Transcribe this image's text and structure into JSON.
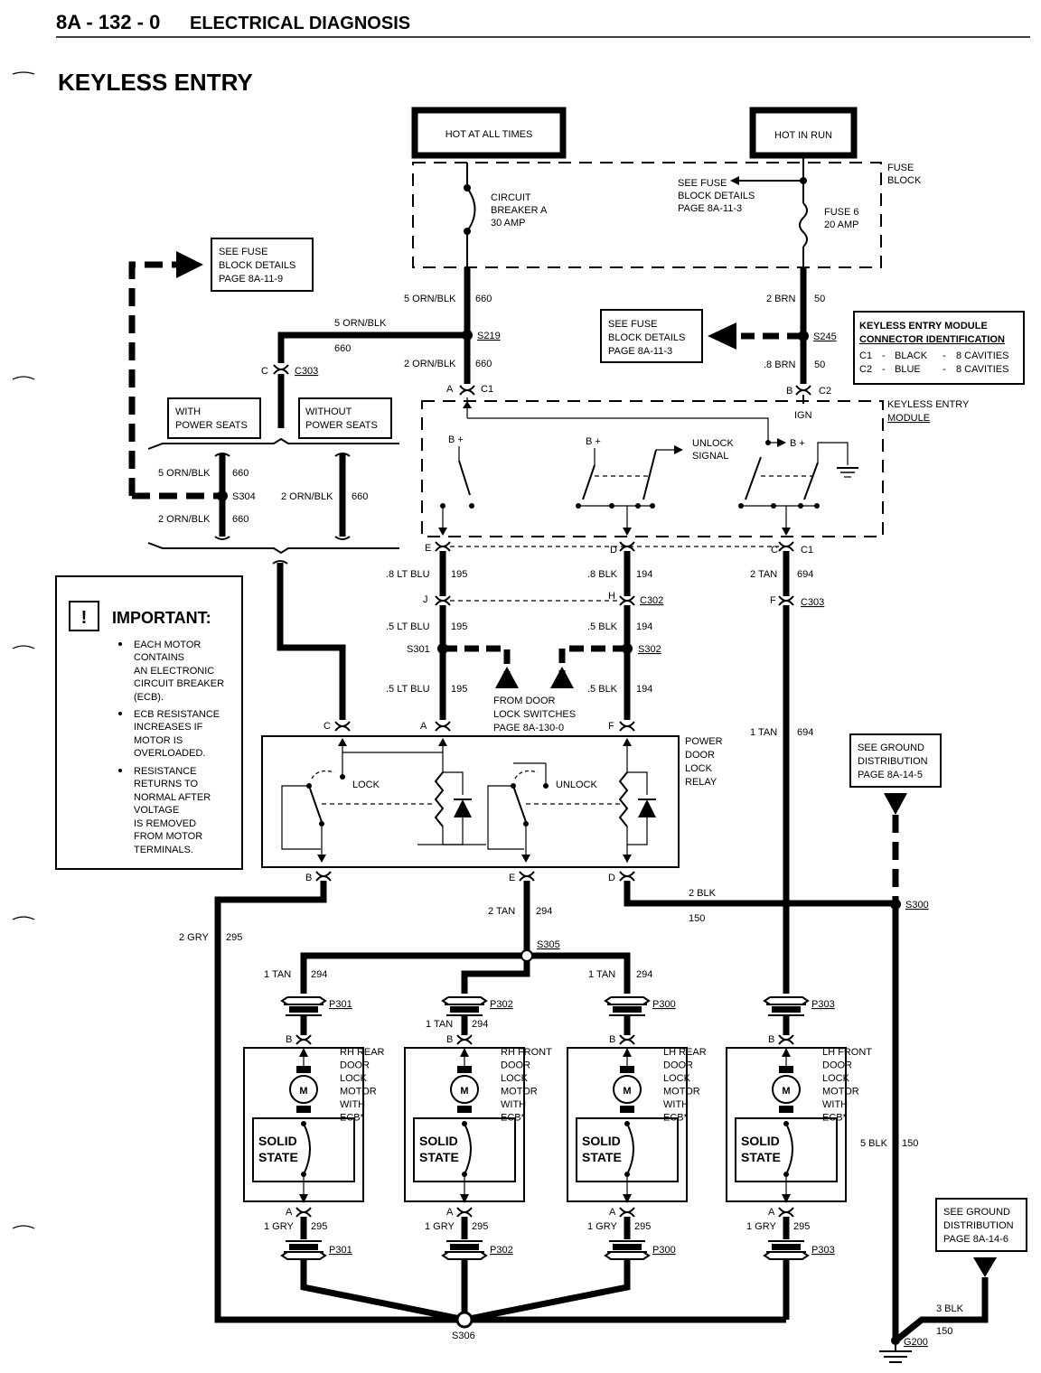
{
  "header": {
    "page_code": "8A - 132 - 0",
    "section": "ELECTRICAL DIAGNOSIS",
    "title": "KEYLESS ENTRY"
  },
  "power": {
    "hot_at_all_times": "HOT AT ALL TIMES",
    "hot_in_run": "HOT IN RUN",
    "fuse_block": [
      "FUSE",
      "BLOCK"
    ],
    "circuit_breaker": [
      "CIRCUIT",
      "BREAKER A",
      "30 AMP"
    ],
    "fuse6": [
      "FUSE 6",
      "20 AMP"
    ],
    "see_fuse_top": [
      "SEE FUSE",
      "BLOCK DETAILS",
      "PAGE 8A-11-3"
    ]
  },
  "refs": {
    "fuse_left": [
      "SEE FUSE",
      "BLOCK DETAILS",
      "PAGE 8A-11-9"
    ],
    "fuse_mid": [
      "SEE FUSE",
      "BLOCK DETAILS",
      "PAGE 8A-11-3"
    ],
    "ground_top": [
      "SEE GROUND",
      "DISTRIBUTION",
      "PAGE 8A-14-5"
    ],
    "ground_bottom": [
      "SEE GROUND",
      "DISTRIBUTION",
      "PAGE 8A-14-6"
    ],
    "from_door": [
      "FROM DOOR",
      "LOCK SWITCHES",
      "PAGE 8A-130-0"
    ]
  },
  "connector_id": {
    "title": [
      "KEYLESS ENTRY MODULE",
      "CONNECTOR IDENTIFICATION"
    ],
    "rows": [
      {
        "c": "C1",
        "dash": "-",
        "color": "BLACK",
        "dash2": "-",
        "cav": "8 CAVITIES"
      },
      {
        "c": "C2",
        "dash": "-",
        "color": "BLUE",
        "dash2": "-",
        "cav": "8 CAVITIES"
      }
    ]
  },
  "seats": {
    "with": [
      "WITH",
      "POWER SEATS"
    ],
    "without": [
      "WITHOUT",
      "POWER SEATS"
    ]
  },
  "module": {
    "name": [
      "KEYLESS ENTRY",
      "MODULE"
    ],
    "ign": "IGN",
    "bplus": "B +",
    "unlock_signal": [
      "UNLOCK",
      "SIGNAL"
    ]
  },
  "relay": {
    "name": [
      "POWER",
      "DOOR",
      "LOCK",
      "RELAY"
    ],
    "lock": "LOCK",
    "unlock": "UNLOCK"
  },
  "important": {
    "title": "IMPORTANT:",
    "bullets": [
      [
        "EACH MOTOR",
        "CONTAINS",
        "AN ELECTRONIC",
        "CIRCUIT BREAKER",
        "(ECB)."
      ],
      [
        "ECB RESISTANCE",
        "INCREASES IF",
        "MOTOR IS",
        "OVERLOADED."
      ],
      [
        "RESISTANCE",
        "RETURNS TO",
        "NORMAL AFTER",
        "VOLTAGE",
        "IS REMOVED",
        "FROM MOTOR",
        "TERMINALS."
      ]
    ]
  },
  "splices": {
    "s219": "S219",
    "s245": "S245",
    "s304": "S304",
    "s301": "S301",
    "s302": "S302",
    "s305": "S305",
    "s300": "S300",
    "s306": "S306",
    "g200": "G200"
  },
  "connectors": {
    "c303": "C303",
    "c1": "C1",
    "c2": "C2",
    "c302": "C302",
    "p301": "P301",
    "p302": "P302",
    "p300": "P300",
    "p303": "P303"
  },
  "pins": {
    "a": "A",
    "b": "B",
    "c": "C",
    "d": "D",
    "e": "E",
    "f": "F",
    "h": "H",
    "j": "J"
  },
  "wires": {
    "w_5ornblk_660": [
      "5 ORN/BLK",
      "660"
    ],
    "w_2ornblk_660": [
      "2 ORN/BLK",
      "660"
    ],
    "w_2brn_50": [
      "2 BRN",
      "50"
    ],
    "w_8brn_50": [
      ".8 BRN",
      "50"
    ],
    "w_8ltblu_195": [
      ".8 LT BLU",
      "195"
    ],
    "w_5ltblu_195": [
      ".5 LT BLU",
      "195"
    ],
    "w_8blk_194": [
      ".8 BLK",
      "194"
    ],
    "w_5blk_194": [
      ".5 BLK",
      "194"
    ],
    "w_2tan_694": [
      "2 TAN",
      "694"
    ],
    "w_1tan_694": [
      "1 TAN",
      "694"
    ],
    "w_2gry_295": [
      "2 GRY",
      "295"
    ],
    "w_2tan_294": [
      "2 TAN",
      "294"
    ],
    "w_2blk_150": [
      "2 BLK",
      "150"
    ],
    "w_1tan_294": [
      "1 TAN",
      "294"
    ],
    "w_1gry_295": [
      "1 GRY",
      "295"
    ],
    "w_5blk_150": [
      "5 BLK",
      "150"
    ],
    "w_3blk_150": [
      "3 BLK",
      "150"
    ]
  },
  "motors": [
    {
      "name": [
        "RH REAR",
        "DOOR",
        "LOCK",
        "MOTOR",
        "WITH",
        "ECB*"
      ]
    },
    {
      "name": [
        "RH FRONT",
        "DOOR",
        "LOCK",
        "MOTOR",
        "WITH",
        "ECB*"
      ]
    },
    {
      "name": [
        "LH REAR",
        "DOOR",
        "LOCK",
        "MOTOR",
        "WITH",
        "ECB*"
      ]
    },
    {
      "name": [
        "LH FRONT",
        "DOOR",
        "LOCK",
        "MOTOR",
        "WITH",
        "ECB*"
      ]
    }
  ],
  "motor_common": {
    "m": "M",
    "solid": "SOLID",
    "state": "STATE"
  }
}
